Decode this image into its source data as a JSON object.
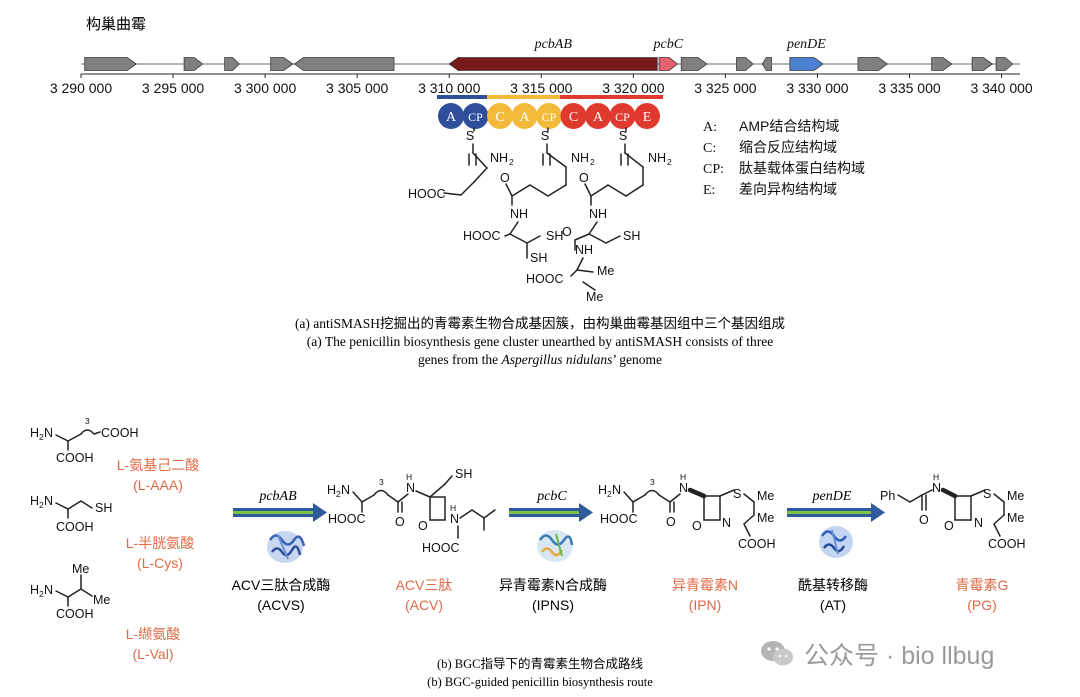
{
  "organism_label": "构巢曲霉",
  "axis": {
    "min": 3290000,
    "max": 3341000,
    "ticks": [
      "3 290 000",
      "3 295 000",
      "3 300 000",
      "3 305 000",
      "3 310 000",
      "3 315 000",
      "3 320 000",
      "3 325 000",
      "3 330 000",
      "3 335 000",
      "3 340 000"
    ]
  },
  "genes": [
    {
      "start": 3290200,
      "end": 3293000,
      "dir": "+",
      "color": "#808080",
      "label": ""
    },
    {
      "start": 3295600,
      "end": 3296600,
      "dir": "+",
      "color": "#808080",
      "label": ""
    },
    {
      "start": 3297800,
      "end": 3298600,
      "dir": "+",
      "color": "#808080",
      "label": ""
    },
    {
      "start": 3300300,
      "end": 3301500,
      "dir": "+",
      "color": "#808080",
      "label": ""
    },
    {
      "start": 3301600,
      "end": 3307000,
      "dir": "-",
      "color": "#808080",
      "label": ""
    },
    {
      "start": 3310000,
      "end": 3321300,
      "dir": "-",
      "color": "#7a1b1b",
      "label": "pcbAB"
    },
    {
      "start": 3321400,
      "end": 3322400,
      "dir": "+",
      "color": "#e0636f",
      "label": "pcbC"
    },
    {
      "start": 3322600,
      "end": 3324000,
      "dir": "+",
      "color": "#808080",
      "label": ""
    },
    {
      "start": 3325600,
      "end": 3326500,
      "dir": "+",
      "color": "#808080",
      "label": ""
    },
    {
      "start": 3327000,
      "end": 3327500,
      "dir": "-",
      "color": "#808080",
      "label": ""
    },
    {
      "start": 3328500,
      "end": 3330300,
      "dir": "+",
      "color": "#4a7fd1",
      "label": "penDE"
    },
    {
      "start": 3332200,
      "end": 3333800,
      "dir": "+",
      "color": "#808080",
      "label": ""
    },
    {
      "start": 3336200,
      "end": 3337300,
      "dir": "+",
      "color": "#808080",
      "label": ""
    },
    {
      "start": 3338400,
      "end": 3339500,
      "dir": "+",
      "color": "#808080",
      "label": ""
    },
    {
      "start": 3339700,
      "end": 3340600,
      "dir": "+",
      "color": "#808080",
      "label": ""
    }
  ],
  "domains": [
    {
      "label": "A",
      "module": 0
    },
    {
      "label": "CP",
      "module": 0
    },
    {
      "label": "C",
      "module": 1
    },
    {
      "label": "A",
      "module": 1
    },
    {
      "label": "CP",
      "module": 1
    },
    {
      "label": "C",
      "module": 2
    },
    {
      "label": "A",
      "module": 2
    },
    {
      "label": "CP",
      "module": 2
    },
    {
      "label": "E",
      "module": 2
    }
  ],
  "module_colors": [
    "#2f4f9a",
    "#f2b93b",
    "#e03a2f"
  ],
  "legend": [
    {
      "key": "A:",
      "text": "AMP结合结构域"
    },
    {
      "key": "C:",
      "text": "缩合反应结构域"
    },
    {
      "key": "CP:",
      "text": "肽基载体蛋白结构域"
    },
    {
      "key": "E:",
      "text": "差向异构结构域"
    }
  ],
  "caption_a": {
    "line1": "(a) antiSMASH挖掘出的青霉素生物合成基因簇，由构巢曲霉基因组中三个基因组成",
    "line2": "(a) The penicillin biosynthesis gene cluster unearthed by antiSMASH consists of three",
    "line3_pre": "genes from the ",
    "line3_ital": "Aspergillus nidulans",
    "line3_post": "’ genome"
  },
  "substrates": [
    {
      "name": "L-氨基己二酸",
      "abbr": "(L-AAA)"
    },
    {
      "name": "L-半胱氨酸",
      "abbr": "(L-Cys)"
    },
    {
      "name": "L-缬氨酸",
      "abbr": "(L-Val)"
    }
  ],
  "steps": [
    {
      "gene": "pcbAB",
      "enzyme": "ACV三肽合成酶",
      "enzyme_abbr": "(ACVS)",
      "product": "ACV三肽",
      "product_abbr": "(ACV)"
    },
    {
      "gene": "pcbC",
      "enzyme": "异青霉素N合成酶",
      "enzyme_abbr": "(IPNS)",
      "product": "异青霉素N",
      "product_abbr": "(IPN)"
    },
    {
      "gene": "penDE",
      "enzyme": "酰基转移酶",
      "enzyme_abbr": "(AT)",
      "product": "青霉素G",
      "product_abbr": "(PG)"
    }
  ],
  "caption_b": {
    "line1": "(b) BGC指导下的青霉素生物合成路线",
    "line2": "(b) BGC-guided penicillin biosynthesis route"
  },
  "watermark": "公众号 · bio llbug",
  "colors": {
    "accent_red": "#e06a45",
    "arrow_blue": "#2f5a9c",
    "arrow_green": "#7ec242"
  }
}
